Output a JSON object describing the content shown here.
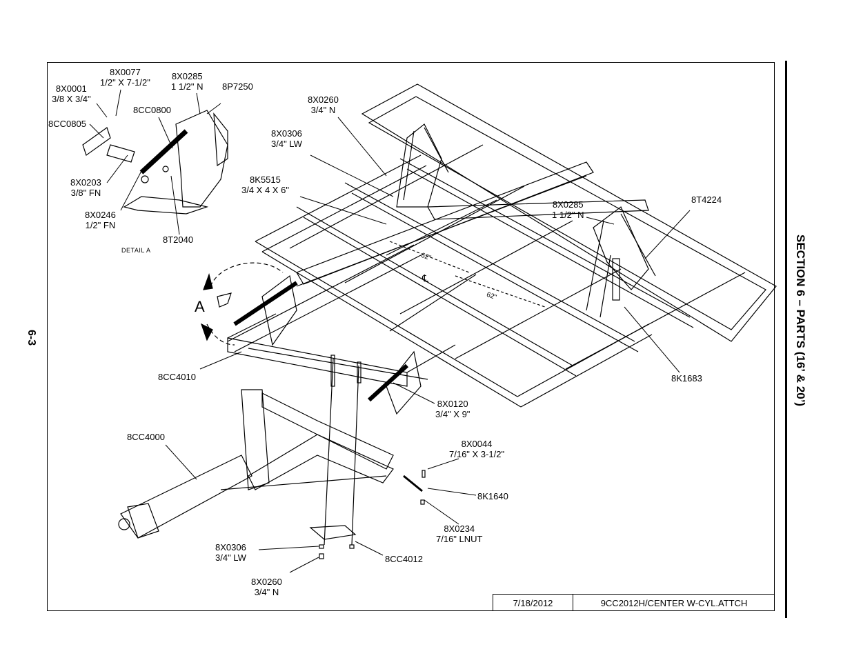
{
  "section_title": "SECTION 6 – PARTS (16’ & 20’)",
  "page_number": "6-3",
  "detail_label": "DETAIL  A",
  "callout_letter": "A",
  "centerline_symbol": "℄",
  "dimensions": {
    "d1": "62\"",
    "d2": "62\""
  },
  "title_block": {
    "date": "7/18/2012",
    "drawing_name": "9CC2012H/CENTER W-CYL.ATTCH"
  },
  "parts": {
    "p8X0077": {
      "num": "8X0077",
      "desc": "1/2\" X 7-1/2\""
    },
    "p8X0285a": {
      "num": "8X0285",
      "desc": "1 1/2\" N"
    },
    "p8P7250": {
      "num": "8P7250"
    },
    "p8X0001": {
      "num": "8X0001",
      "desc": "3/8 X 3/4\""
    },
    "p8CC0800": {
      "num": "8CC0800"
    },
    "p8CC0805": {
      "num": "8CC0805"
    },
    "p8X0203": {
      "num": "8X0203",
      "desc": "3/8\" FN"
    },
    "p8X0246": {
      "num": "8X0246",
      "desc": "1/2\" FN"
    },
    "p8T2040": {
      "num": "8T2040"
    },
    "p8X0260a": {
      "num": "8X0260",
      "desc": "3/4\" N"
    },
    "p8X0306a": {
      "num": "8X0306",
      "desc": "3/4\" LW"
    },
    "p8K5515": {
      "num": "8K5515",
      "desc": "3/4 X 4 X 6\""
    },
    "p8X0285b": {
      "num": "8X0285",
      "desc": "1 1/2\" N"
    },
    "p8T4224": {
      "num": "8T4224"
    },
    "p8K1683": {
      "num": "8K1683"
    },
    "p8CC4010": {
      "num": "8CC4010"
    },
    "p8X0120": {
      "num": "8X0120",
      "desc": "3/4\" X 9\""
    },
    "p8CC4000": {
      "num": "8CC4000"
    },
    "p8X0044": {
      "num": "8X0044",
      "desc": "7/16\" X 3-1/2\""
    },
    "p8K1640": {
      "num": "8K1640"
    },
    "p8X0234": {
      "num": "8X0234",
      "desc": "7/16\" LNUT"
    },
    "p8X0306b": {
      "num": "8X0306",
      "desc": "3/4\" LW"
    },
    "p8CC4012": {
      "num": "8CC4012"
    },
    "p8X0260b": {
      "num": "8X0260",
      "desc": "3/4\" N"
    }
  }
}
